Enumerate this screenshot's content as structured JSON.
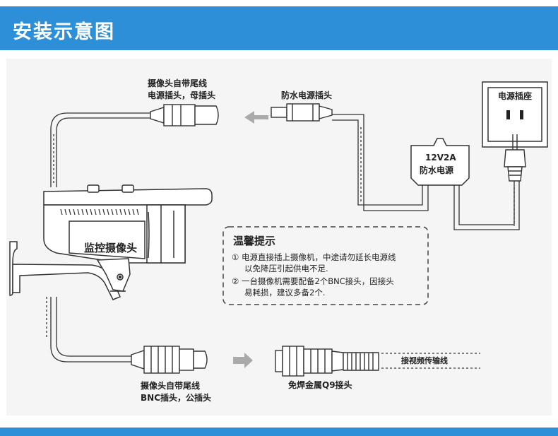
{
  "header": {
    "title": "安装示意图"
  },
  "labels": {
    "pigtail_power_line1": "摄像头自带尾线",
    "pigtail_power_line2": "电源插头，母插头",
    "waterproof_plug": "防水电源插头",
    "socket": "电源插座",
    "psu_line1": "12V2A",
    "psu_line2": "防水电源",
    "camera": "监控摄像头",
    "pigtail_bnc_line1": "摄像头自带尾线",
    "pigtail_bnc_line2": "BNC插头，公插头",
    "bnc_connector": "免焊金属Q9接头",
    "video_line": "接视频传输线"
  },
  "tips": {
    "title": "温馨提示",
    "item1_line1": "① 电源直接插上摄像机，中途请勿延长电源线",
    "item1_line2": "以免降压引起供电不足.",
    "item2_line1": "② 一台摄像机需要配备2个BNC接头，因接头",
    "item2_line2": "易耗损，建议多备2个."
  },
  "colors": {
    "header": "#2d8fd8",
    "panel": "#f5f5f5",
    "arrow": "#aaaaaa",
    "line": "#333333"
  }
}
